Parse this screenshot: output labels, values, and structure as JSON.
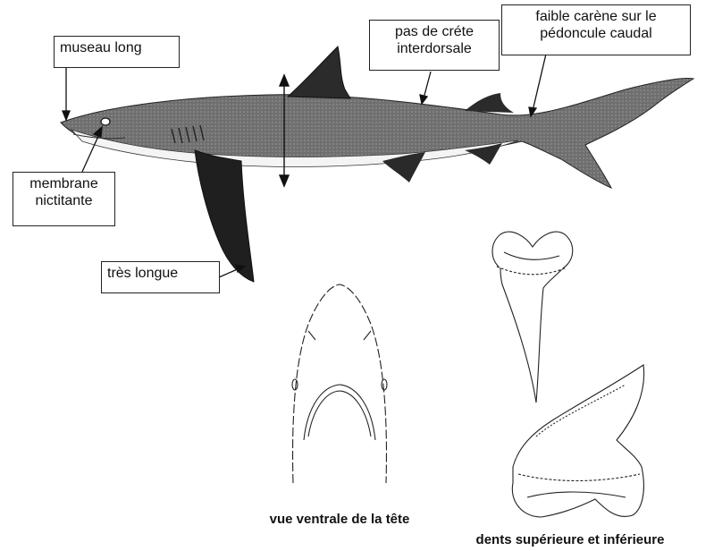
{
  "labels": {
    "snout": "museau long",
    "crest": "pas de créte interdorsale",
    "keel": "faible carène sur le pédoncule caudal",
    "membrane": "membrane nictitante",
    "fin": "très longue"
  },
  "captions": {
    "head_view": "vue ventrale de la tête",
    "teeth": "dents supérieure et inférieure"
  }
}
